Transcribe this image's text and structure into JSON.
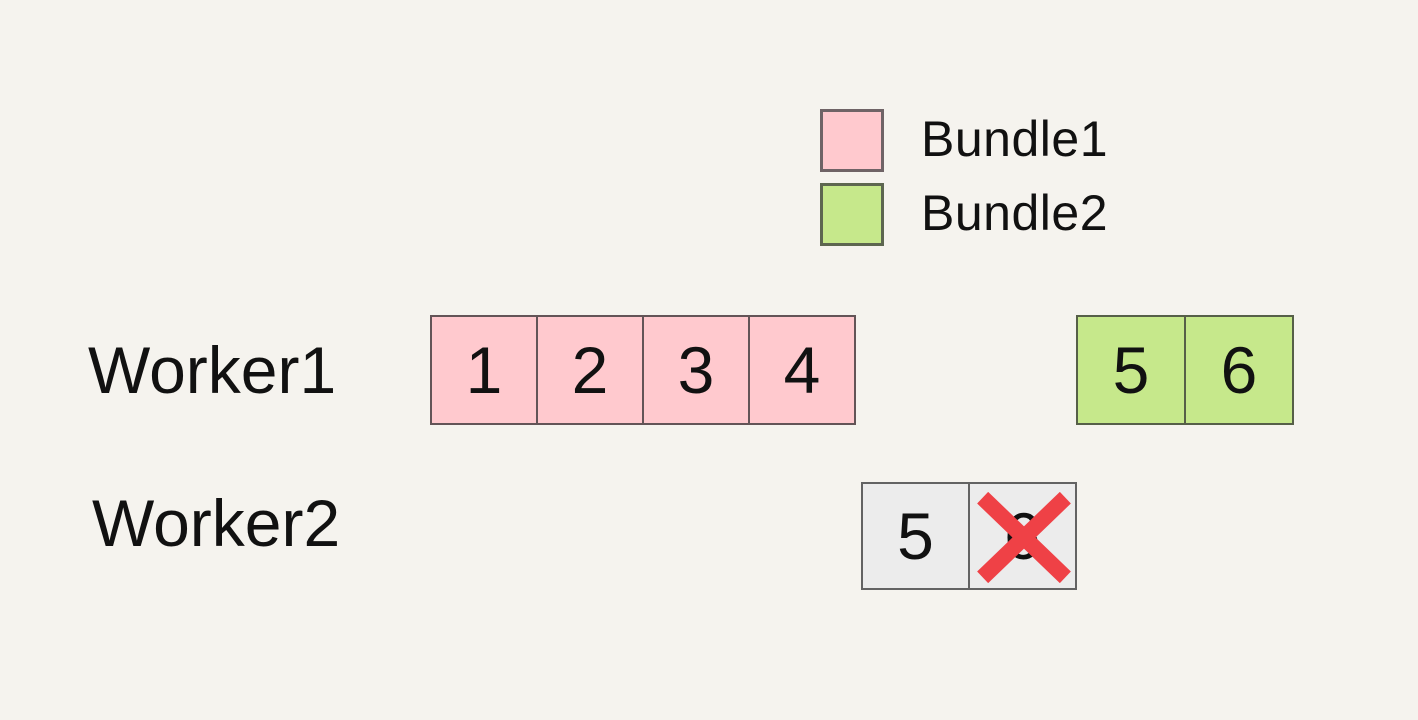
{
  "legend": {
    "items": [
      {
        "label": "Bundle1",
        "color": "#ffc9ce"
      },
      {
        "label": "Bundle2",
        "color": "#c6e88b"
      }
    ]
  },
  "workers": [
    {
      "label": "Worker1",
      "groups": [
        {
          "bundle": "Bundle1",
          "color": "#ffc9ce",
          "tasks": [
            "1",
            "2",
            "3",
            "4"
          ]
        },
        {
          "bundle": "Bundle2",
          "color": "#c6e88b",
          "tasks": [
            "5",
            "6"
          ]
        }
      ]
    },
    {
      "label": "Worker2",
      "groups": [
        {
          "bundle": "",
          "color": "#ececec",
          "tasks": [
            "5",
            "6"
          ],
          "crossed_out_task": "6"
        }
      ]
    }
  ],
  "icons": {
    "cross": {
      "name": "red-x-mark",
      "glyph": "✕",
      "color": "#ef4146"
    }
  },
  "colors": {
    "background": "#f5f3ee",
    "bundle1": "#ffc9ce",
    "bundle2": "#c6e88b",
    "worker2_cell": "#ececec",
    "cell_border": "#5a5a5a",
    "cross_red": "#ef4146",
    "text": "#111111"
  }
}
